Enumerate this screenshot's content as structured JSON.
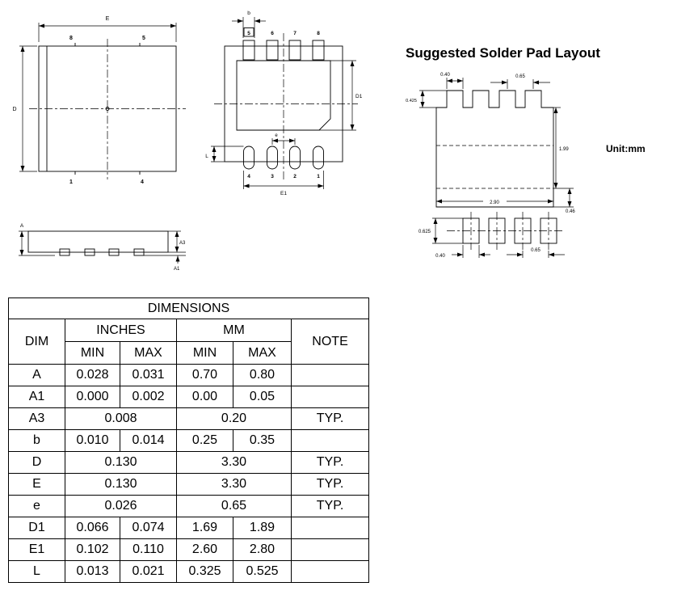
{
  "solder_pad_section": {
    "title": "Suggested Solder Pad Layout",
    "unit": "Unit:mm",
    "dims": {
      "top_pad_width": "0.40",
      "top_pitch": "0.65",
      "top_pad_height": "0.425",
      "pad_field_height": "1.99",
      "pad_field_width": "2.90",
      "bottom_edge_offset": "0.46",
      "bottom_pad_height": "0.625",
      "bottom_pad_width": "0.40",
      "bottom_pitch": "0.65"
    }
  },
  "top_view": {
    "dim_e": "E",
    "dim_d": "D",
    "pin_top_left": "8",
    "pin_top_right": "5",
    "pin_bottom_left": "1",
    "pin_bottom_right": "4"
  },
  "bottom_view": {
    "dim_b": "b",
    "dim_d1": "D1",
    "dim_e1": "E1",
    "dim_e": "e",
    "dim_l": "L",
    "pins_top": [
      "5",
      "6",
      "7",
      "8"
    ],
    "pins_bottom": [
      "4",
      "3",
      "2",
      "1"
    ]
  },
  "side_view": {
    "dim_a": "A",
    "dim_a1": "A1",
    "dim_a3": "A3"
  },
  "table": {
    "title": "DIMENSIONS",
    "headers": {
      "dim": "DIM",
      "inches": "INCHES",
      "mm": "MM",
      "note": "NOTE",
      "min": "MIN",
      "max": "MAX"
    },
    "rows": [
      {
        "dim": "A",
        "inch_min": "0.028",
        "inch_max": "0.031",
        "mm_min": "0.70",
        "mm_max": "0.80",
        "note": ""
      },
      {
        "dim": "A1",
        "inch_min": "0.000",
        "inch_max": "0.002",
        "mm_min": "0.00",
        "mm_max": "0.05",
        "note": ""
      },
      {
        "dim": "A3",
        "inch": "0.008",
        "mm": "0.20",
        "note": "TYP."
      },
      {
        "dim": "b",
        "inch_min": "0.010",
        "inch_max": "0.014",
        "mm_min": "0.25",
        "mm_max": "0.35",
        "note": ""
      },
      {
        "dim": "D",
        "inch": "0.130",
        "mm": "3.30",
        "note": "TYP."
      },
      {
        "dim": "E",
        "inch": "0.130",
        "mm": "3.30",
        "note": "TYP."
      },
      {
        "dim": "e",
        "inch": "0.026",
        "mm": "0.65",
        "note": "TYP."
      },
      {
        "dim": "D1",
        "inch_min": "0.066",
        "inch_max": "0.074",
        "mm_min": "1.69",
        "mm_max": "1.89",
        "note": ""
      },
      {
        "dim": "E1",
        "inch_min": "0.102",
        "inch_max": "0.110",
        "mm_min": "2.60",
        "mm_max": "2.80",
        "note": ""
      },
      {
        "dim": "L",
        "inch_min": "0.013",
        "inch_max": "0.021",
        "mm_min": "0.325",
        "mm_max": "0.525",
        "note": ""
      }
    ]
  }
}
